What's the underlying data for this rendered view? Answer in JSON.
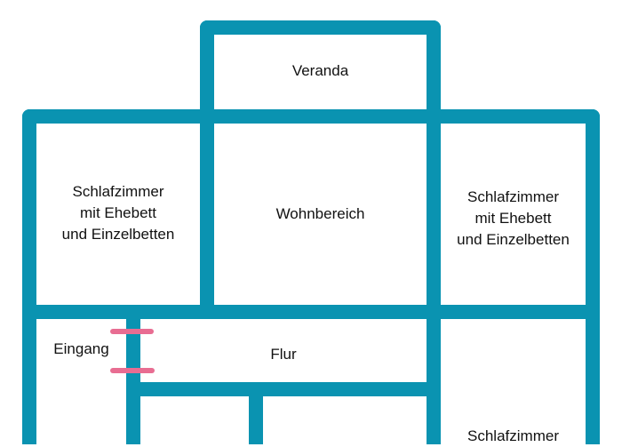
{
  "colors": {
    "wall": "#0a93b1",
    "door": "#e86d92",
    "text": "#111111",
    "background": "#ffffff"
  },
  "rooms": {
    "veranda": {
      "label": "Veranda"
    },
    "bedroom_left": {
      "line1": "Schlafzimmer",
      "line2": "mit Ehebett",
      "line3": "und Einzelbetten"
    },
    "living": {
      "label": "Wohnbereich"
    },
    "bedroom_right": {
      "line1": "Schlafzimmer",
      "line2": "mit Ehebett",
      "line3": "und Einzelbetten"
    },
    "entrance": {
      "label": "Eingang"
    },
    "hallway": {
      "label": "Flur"
    },
    "bedroom_bottom_right": {
      "line1": "Schlafzimmer"
    }
  }
}
